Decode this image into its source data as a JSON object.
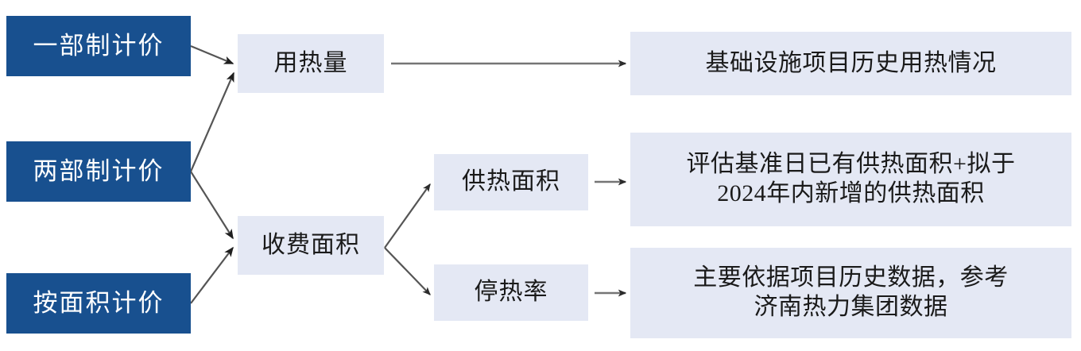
{
  "diagram": {
    "type": "flowchart",
    "background": "#ffffff",
    "palette": {
      "source_box_fill": "#18508F",
      "source_box_text": "#ffffff",
      "target_box_fill": "#E4E8F4",
      "target_box_text": "#1a1a1a",
      "edge_color": "#4d4d4d"
    },
    "nodes": {
      "pricing_one_part": {
        "label": "一部制计价",
        "kind": "source"
      },
      "pricing_two_part": {
        "label": "两部制计价",
        "kind": "source"
      },
      "pricing_by_area": {
        "label": "按面积计价",
        "kind": "source"
      },
      "heat_consumption": {
        "label": "用热量",
        "kind": "factor"
      },
      "charged_area": {
        "label": "收费面积",
        "kind": "factor"
      },
      "heating_area": {
        "label": "供热面积",
        "kind": "factor"
      },
      "heat_stop_rate": {
        "label": "停热率",
        "kind": "factor"
      },
      "heat_history_note": {
        "label": "基础设施项目历史用热情况",
        "kind": "note"
      },
      "heating_area_note": {
        "label": "评估基准日已有供热面积+拟于\n2024年内新增的供热面积",
        "kind": "note"
      },
      "stop_rate_note": {
        "label": "主要依据项目历史数据，参考\n济南热力集团数据",
        "kind": "note"
      }
    },
    "edges": [
      {
        "from": "pricing_one_part",
        "to": "heat_consumption",
        "style": "solid-arrow"
      },
      {
        "from": "pricing_two_part",
        "to": "heat_consumption",
        "style": "solid-arrow"
      },
      {
        "from": "pricing_two_part",
        "to": "charged_area",
        "style": "solid-arrow"
      },
      {
        "from": "pricing_by_area",
        "to": "charged_area",
        "style": "solid-arrow"
      },
      {
        "from": "heat_consumption",
        "to": "heat_history_note",
        "style": "solid-arrow"
      },
      {
        "from": "charged_area",
        "to": "heating_area",
        "style": "solid-arrow"
      },
      {
        "from": "charged_area",
        "to": "heat_stop_rate",
        "style": "solid-arrow"
      },
      {
        "from": "heating_area",
        "to": "heating_area_note",
        "style": "solid-arrow"
      },
      {
        "from": "heat_stop_rate",
        "to": "stop_rate_note",
        "style": "solid-arrow"
      }
    ]
  }
}
